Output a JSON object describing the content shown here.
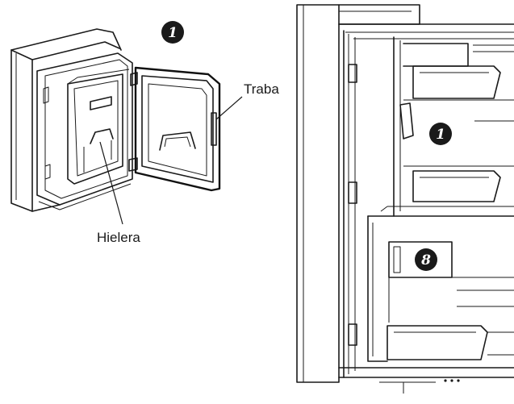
{
  "labels": {
    "latch": "Traba",
    "ice_maker": "Hielera"
  },
  "badges": {
    "left_top": "1",
    "right_upper": "1",
    "right_lower": "8"
  },
  "colors": {
    "line": "#1a1a1a",
    "badge_fill": "#1a1a1a",
    "background": "#ffffff"
  }
}
